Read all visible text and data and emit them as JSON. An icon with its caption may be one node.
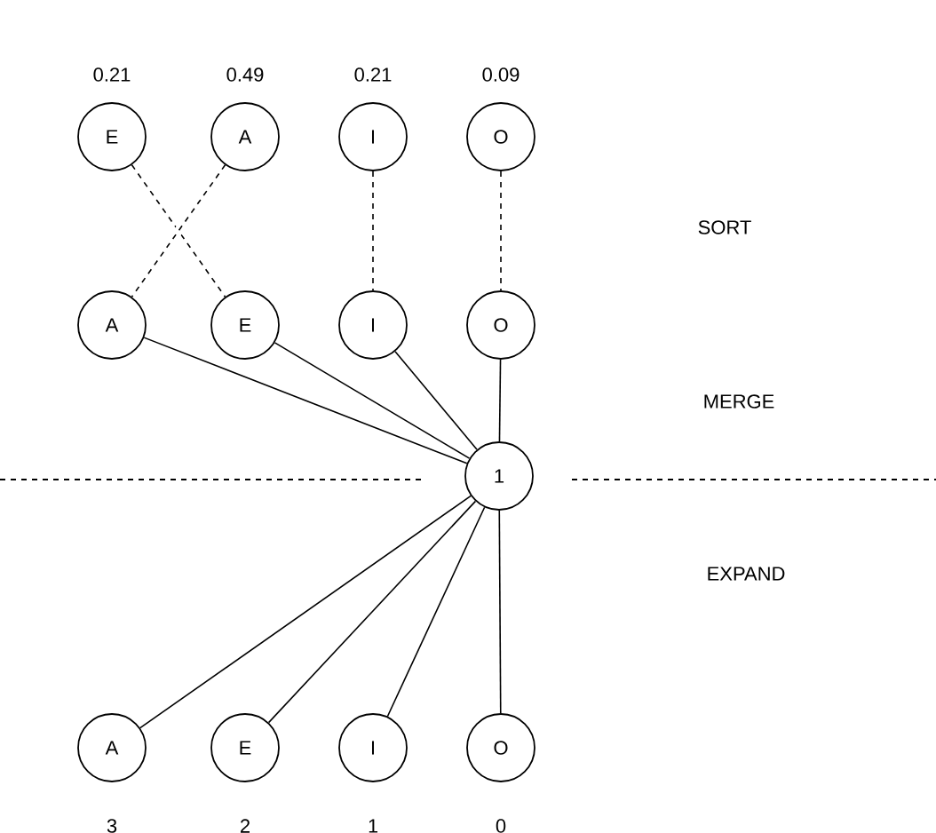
{
  "diagram": {
    "nodes": [
      {
        "text": [
          "E"
        ],
        "beside": [
          "0.21"
        ]
      },
      {
        "text": [
          "A"
        ],
        "beside": [
          "0.49"
        ]
      },
      {
        "text": [
          "I"
        ],
        "beside": [
          "0.21"
        ]
      },
      {
        "text": [
          "O"
        ],
        "beside": [
          "0.09"
        ]
      },
      {
        "text": [
          "A"
        ]
      },
      {
        "text": [
          "E"
        ]
      },
      {
        "text": [
          "I"
        ]
      },
      {
        "text": [
          "O"
        ]
      },
      {
        "text": [
          "1"
        ]
      },
      {
        "text": [
          "A"
        ],
        "beside": [
          "3"
        ]
      },
      {
        "text": [
          "E"
        ],
        "beside": [
          "2"
        ]
      },
      {
        "text": [
          "I"
        ],
        "beside": [
          "1"
        ]
      },
      {
        "text": [
          "O"
        ],
        "beside": [
          "0"
        ]
      }
    ],
    "edges": [
      {
        "from": 0,
        "to": 5,
        "arrow": "none",
        "style": "dashed"
      },
      {
        "from": 1,
        "to": 4,
        "arrow": "none",
        "style": "dashed"
      },
      {
        "from": 2,
        "to": 6,
        "arrow": "none",
        "style": "dashed"
      },
      {
        "from": 3,
        "to": 7,
        "arrow": "none",
        "style": "dashed"
      },
      {
        "from": 4,
        "to": 8,
        "arrow": "none"
      },
      {
        "from": 5,
        "to": 8,
        "arrow": "none"
      },
      {
        "from": 6,
        "to": 8,
        "arrow": "none"
      },
      {
        "from": 7,
        "to": 8,
        "arrow": "none"
      },
      {
        "from": 8,
        "to": 9,
        "arrow": "none"
      },
      {
        "from": 8,
        "to": 10,
        "arrow": "none"
      },
      {
        "from": 8,
        "to": 11,
        "arrow": "none"
      },
      {
        "from": 8,
        "to": 12,
        "arrow": "none"
      }
    ],
    "labels": [
      "SORT",
      "MERGE",
      "EXPAND"
    ]
  }
}
